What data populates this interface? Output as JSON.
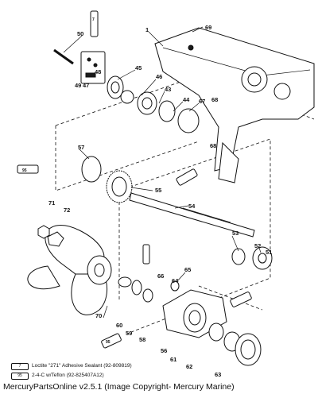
{
  "parts": {
    "p1": "1",
    "p69": "69",
    "p50": "50",
    "p48": "48",
    "p49": "49",
    "p47": "47",
    "p45": "45",
    "p46": "46",
    "p43": "43",
    "p44": "44",
    "p67": "67",
    "p68a": "68",
    "p68b": "68",
    "p57": "57",
    "p55": "55",
    "p54": "54",
    "p71": "71",
    "p72": "72",
    "p53": "53",
    "p52": "52",
    "p51": "51",
    "p65": "65",
    "p66": "66",
    "p64": "64",
    "p70": "70",
    "p60": "60",
    "p59": "59",
    "p58": "58",
    "p56": "56",
    "p61": "61",
    "p62": "62",
    "p63": "63"
  },
  "tubes": {
    "t95": "95",
    "t7": "7",
    "t95b": "95"
  },
  "legend": [
    {
      "code": "7",
      "text": "Loctite \"271\" Adhesive Sealant (92-809819)"
    },
    {
      "code": "95",
      "text": "2-4-C w/Teflon (92-825407A12)"
    }
  ],
  "footer": "MercuryPartsOnline v2.5.1 (Image Copyright- Mercury Marine)"
}
